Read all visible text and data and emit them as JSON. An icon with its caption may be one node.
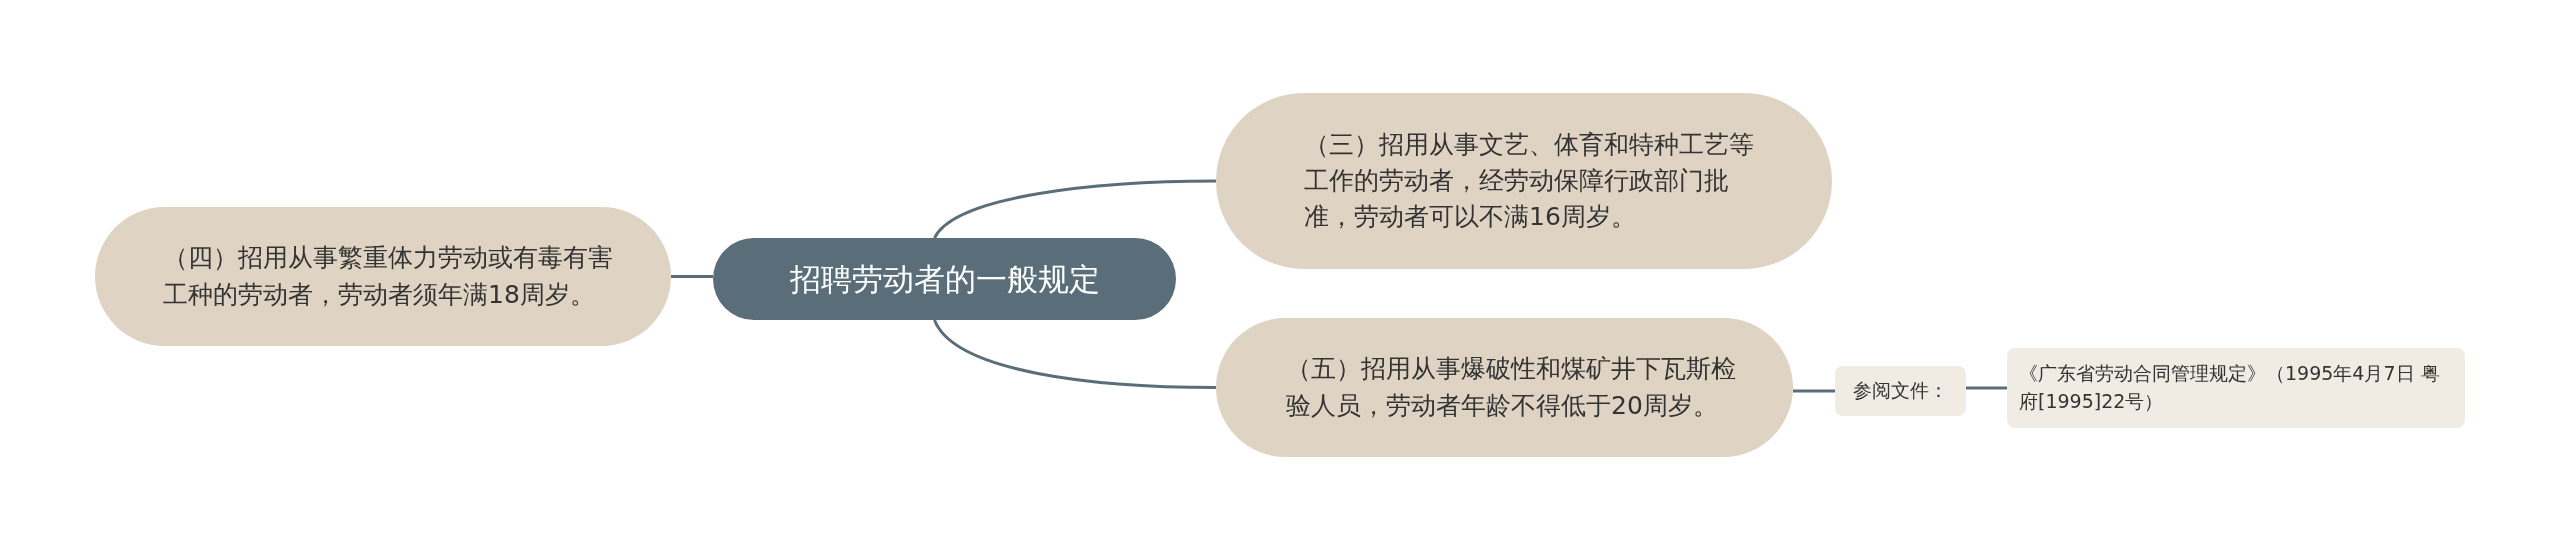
{
  "diagram": {
    "nodes": [
      {
        "text": [
          "招聘劳动者的一般规定"
        ]
      },
      {
        "text": [
          "（四）招用从事繁重体力劳动或有毒有害工种的劳动者，劳动者须年满18周岁。"
        ]
      },
      {
        "text": [
          "（三）招用从事文艺、体育和特种工艺等工作的劳动者，经劳动保障行政部门批准，劳动者可以不满16周岁。"
        ]
      },
      {
        "text": [
          "（五）招用从事爆破性和煤矿井下瓦斯检验人员，劳动者年龄不得低于20周岁。"
        ]
      },
      {
        "text": [
          "参阅文件："
        ]
      },
      {
        "text": [
          "《广东省劳动合同管理规定》（1995年4月7日 粤府[1995]22号）"
        ]
      }
    ],
    "edges": [
      {
        "from": 0,
        "to": 1,
        "arrow": "none"
      },
      {
        "from": 0,
        "to": 2,
        "arrow": "none"
      },
      {
        "from": 0,
        "to": 3,
        "arrow": "none"
      },
      {
        "from": 3,
        "to": 4,
        "arrow": "none"
      },
      {
        "from": 4,
        "to": 5,
        "arrow": "none"
      }
    ]
  }
}
